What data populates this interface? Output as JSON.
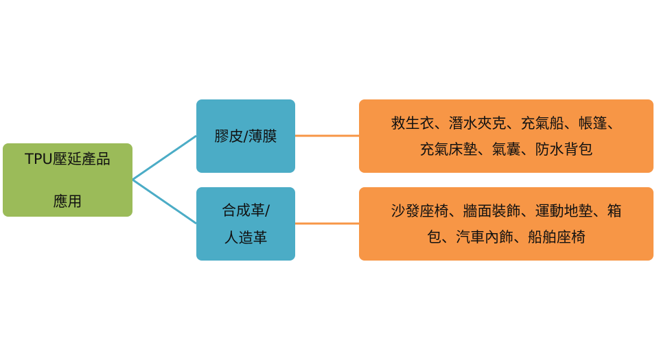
{
  "colors": {
    "root_fill": "#9bbb59",
    "category_fill": "#4bacc6",
    "application_fill": "#f79646",
    "branch_line": "#4bacc6",
    "link_line": "#f79646"
  },
  "root": {
    "line1": "TPU壓延產品",
    "line2": "應用"
  },
  "categories": [
    {
      "lines": [
        "膠皮/薄膜"
      ],
      "applications": [
        "救生衣、潛水夾克、充氣船、帳篷、",
        "充氣床墊、氣囊、防水背包"
      ]
    },
    {
      "lines": [
        "合成革/",
        "人造革"
      ],
      "applications": [
        "沙發座椅、牆面裝飾、運動地墊、箱",
        "包、汽車內飾、船舶座椅"
      ]
    }
  ]
}
